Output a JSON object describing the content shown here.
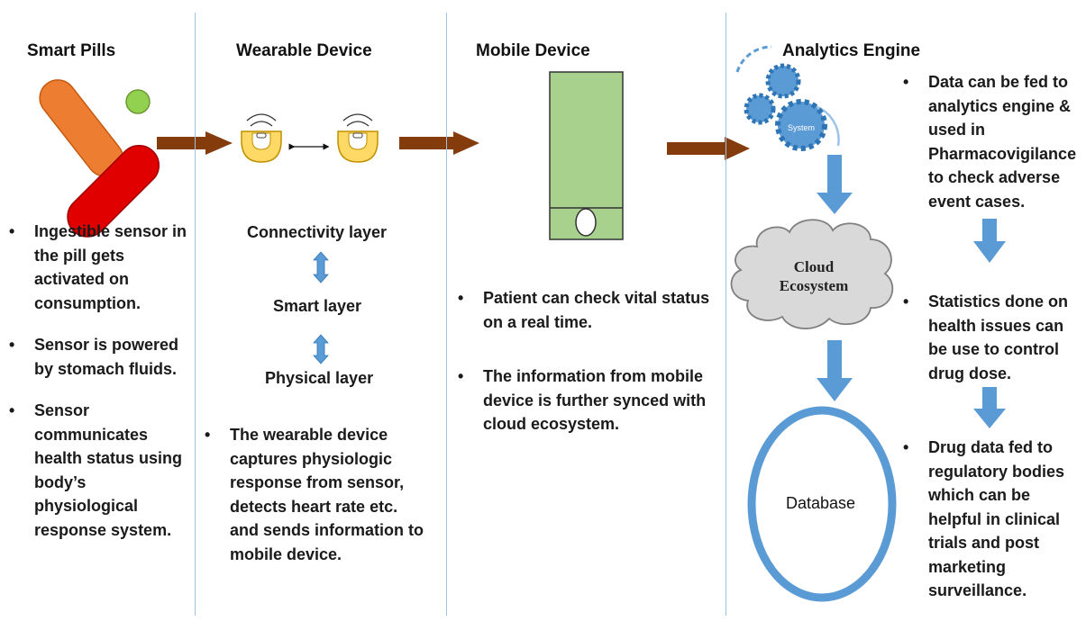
{
  "columns": {
    "smart_pills": {
      "title": "Smart Pills",
      "bullets": [
        "Ingestible sensor in the pill gets activated on consumption.",
        "Sensor is powered by stomach fluids.",
        "Sensor communicates health status using body’s physiological response system."
      ]
    },
    "wearable": {
      "title": "Wearable Device",
      "layers": [
        "Connectivity layer",
        "Smart layer",
        "Physical layer"
      ],
      "bullets": [
        "The wearable device captures physiologic response from sensor, detects heart rate etc. and sends information to mobile device."
      ]
    },
    "mobile": {
      "title": "Mobile Device",
      "bullets": [
        "Patient can check vital status on a real time.",
        "The information from mobile device is further synced with cloud ecosystem."
      ]
    },
    "analytics": {
      "title": "Analytics Engine",
      "gear_label": "System",
      "cloud_label": "Cloud Ecosystem",
      "database_label": "Database",
      "bullets": [
        "Data can be fed to analytics engine & used in Pharmacovigilance to check adverse event cases.",
        "Statistics done on health issues can be use to control drug dose.",
        "Drug data fed to regulatory bodies which can be helpful in clinical trials and post marketing surveillance."
      ]
    }
  },
  "colors": {
    "divider": "#9dc3e0",
    "pill_orange": "#ed7d31",
    "pill_red": "#e00000",
    "pill_green": "#92d050",
    "flow_arrow": "#843c0c",
    "wearable_yellow": "#ffd966",
    "phone_green": "#a9d18e",
    "gear_blue": "#5b9bd5",
    "down_arrow": "#5b9bd5",
    "cloud_fill": "#d9d9d9",
    "database_ring": "#5b9bd5"
  }
}
